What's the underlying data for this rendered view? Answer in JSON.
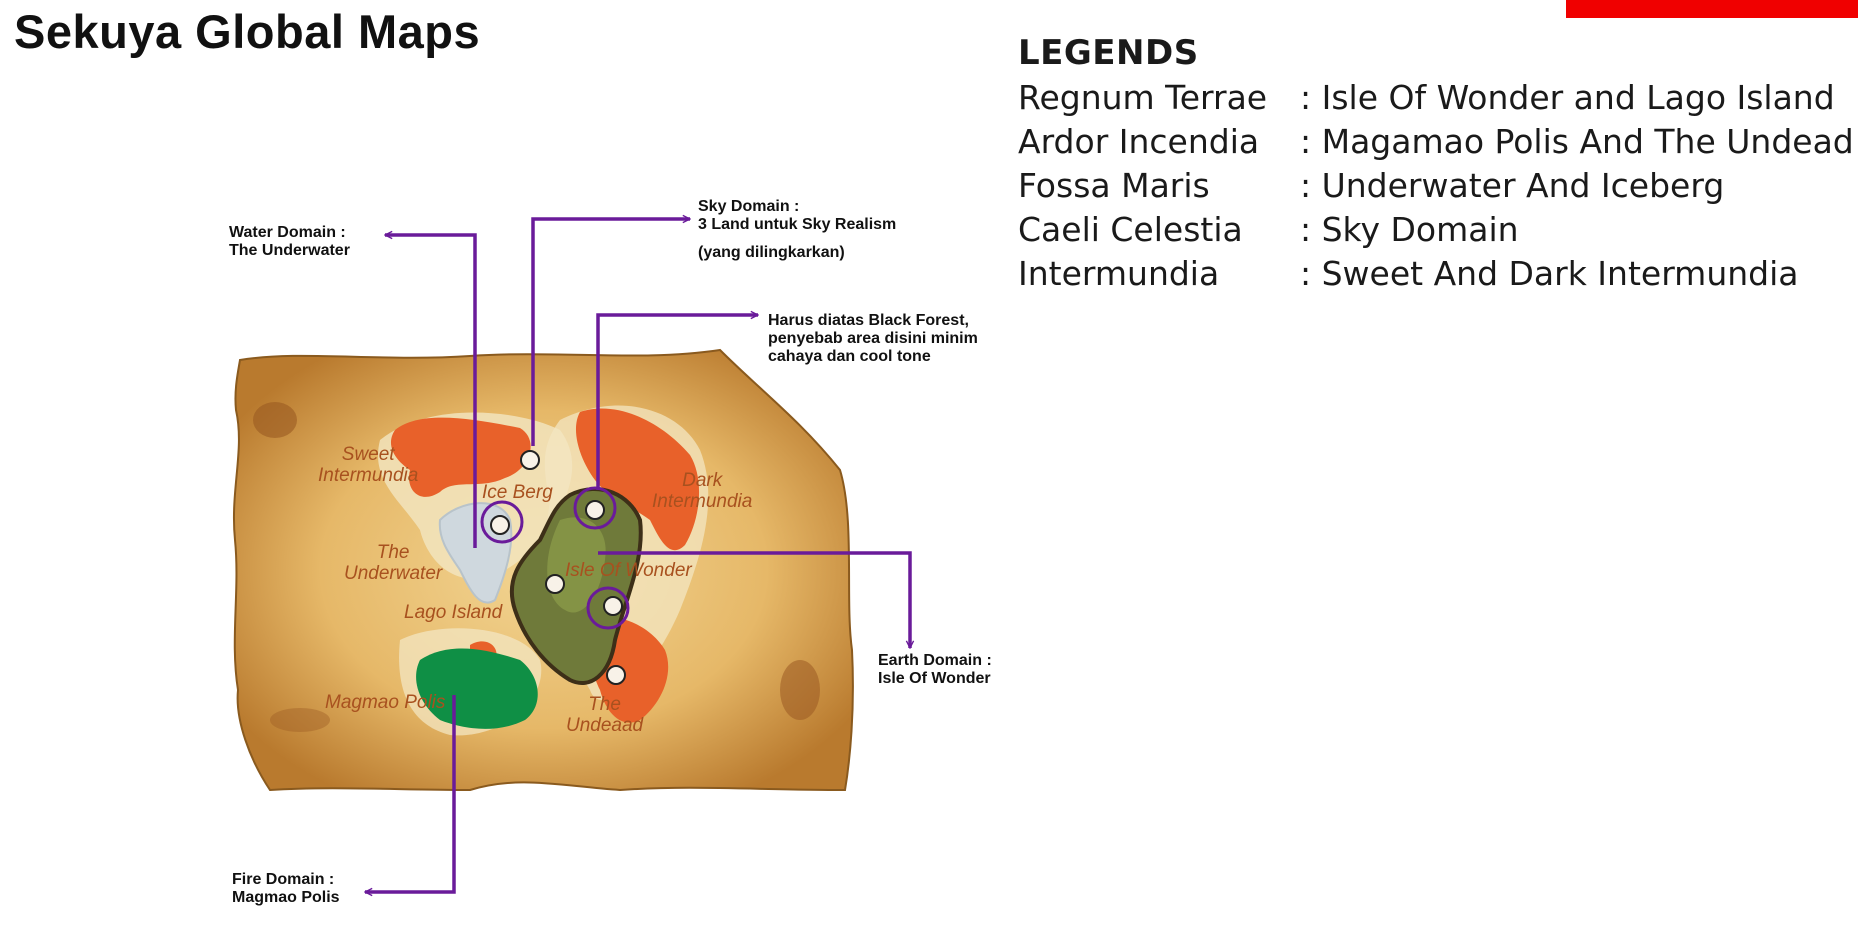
{
  "title": "Sekuya Global Maps",
  "legends": {
    "heading": "LEGENDS",
    "items": [
      {
        "term": "Regnum Terrae",
        "def": ": Isle Of Wonder and Lago Island"
      },
      {
        "term": "Ardor Incendia",
        "def": ": Magamao Polis And The Undead"
      },
      {
        "term": "Fossa Maris",
        "def": ": Underwater And Iceberg"
      },
      {
        "term": "Caeli Celestia",
        "def": ": Sky Domain"
      },
      {
        "term": "Intermundia",
        "def": ": Sweet And Dark Intermundia"
      }
    ]
  },
  "callouts": {
    "water": {
      "line1": "Water Domain :",
      "line2": "The Underwater"
    },
    "sky": {
      "line1": "Sky Domain :",
      "line2": "3 Land untuk Sky Realism",
      "line3": "(yang dilingkarkan)"
    },
    "forest": {
      "line1": "Harus diatas Black Forest,",
      "line2": "penyebab area disini minim",
      "line3": "cahaya dan cool tone"
    },
    "earth": {
      "line1": "Earth Domain :",
      "line2": "Isle Of Wonder"
    },
    "fire": {
      "line1": "Fire Domain :",
      "line2": "Magmao Polis"
    }
  },
  "map_regions": {
    "sweet": {
      "line1": "Sweet",
      "line2": "Intermundia"
    },
    "dark": {
      "line1": "Dark",
      "line2": "Intermundia"
    },
    "iceberg": "Ice Berg",
    "underwater": {
      "line1": "The",
      "line2": "Underwater"
    },
    "isle": "Isle Of Wonder",
    "lago": "Lago Island",
    "magmao": "Magmao Polis",
    "undead": {
      "line1": "The",
      "line2": "Undeaad"
    }
  },
  "colors": {
    "arrow": "#6a1b9a",
    "parchment": "#e8bf73",
    "fire_land": "#e8612a",
    "forest": "#0f8f45",
    "ice": "#cfd8de",
    "accent_bar": "#f00000"
  }
}
